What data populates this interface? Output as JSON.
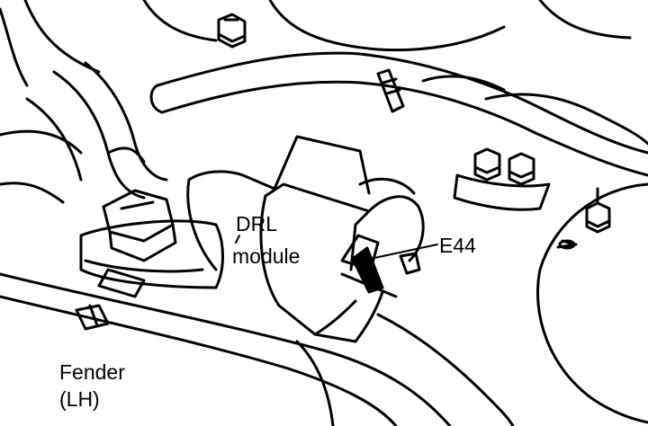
{
  "labels": {
    "drl": "DRL",
    "module": "module",
    "connector": "E44",
    "fender": "Fender",
    "fender_side": "(LH)"
  },
  "colors": {
    "ink": "#000000",
    "paper": "#ffffff"
  }
}
